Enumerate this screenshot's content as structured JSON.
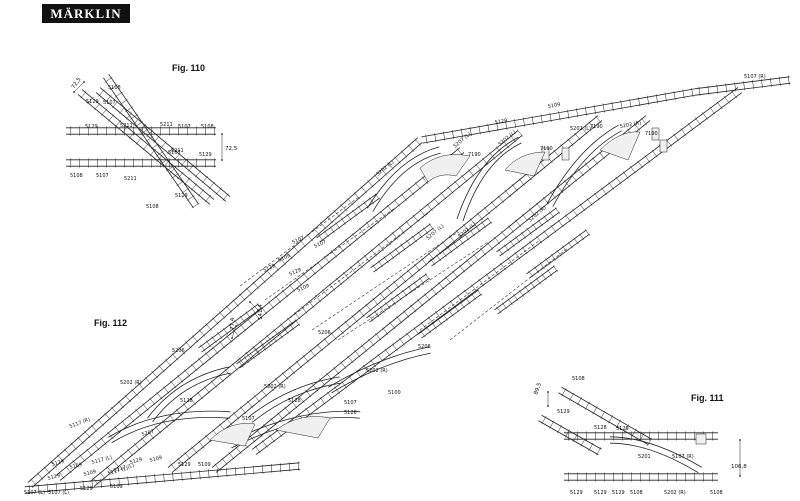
{
  "brand": {
    "logo_text": "MÄRKLIN"
  },
  "figures": {
    "fig110": {
      "title": "Fig. 110",
      "labels": [
        "72,5",
        "5108",
        "5107",
        "5129",
        "5211",
        "5107",
        "5108",
        "5211",
        "5129",
        "72,5",
        "5108",
        "5107",
        "5211",
        "5107",
        "5129",
        "5108",
        "5129",
        "5211"
      ]
    },
    "fig111": {
      "title": "Fig. 111",
      "labels": [
        "89,5",
        "5108",
        "5129",
        "5128",
        "5129",
        "5107 (R)",
        "106,8",
        "5201",
        "5129",
        "5129",
        "5129",
        "5108",
        "5202 (R)",
        "5108"
      ]
    },
    "fig112": {
      "title": "Fig. 112",
      "labels": [
        "5107 (L)",
        "5129",
        "5109",
        "5117 (L)",
        "5129",
        "5109",
        "5117 (L)",
        "5129",
        "5109",
        "5207 (L)",
        "7190",
        "5202 (L)",
        "7190",
        "5202 (L)",
        "7190",
        "5202 (R)",
        "7190",
        "5202 (L)",
        "5207 (L)",
        "5202 (L)",
        "5202 (R)",
        "5107",
        "5129",
        "5109",
        "5107",
        "5129",
        "5109",
        "141,4",
        "77,4",
        "5206",
        "5206",
        "5206",
        "5202 (R)",
        "5202 (R)",
        "5202 (R)",
        "5128",
        "5207",
        "5107",
        "5128",
        "5126",
        "5107",
        "5100",
        "5129",
        "5109",
        "5117 (R)",
        "5129",
        "5109",
        "5107 (L)",
        "5129",
        "5109",
        "5117 (L)",
        "5107 (R)"
      ]
    }
  }
}
